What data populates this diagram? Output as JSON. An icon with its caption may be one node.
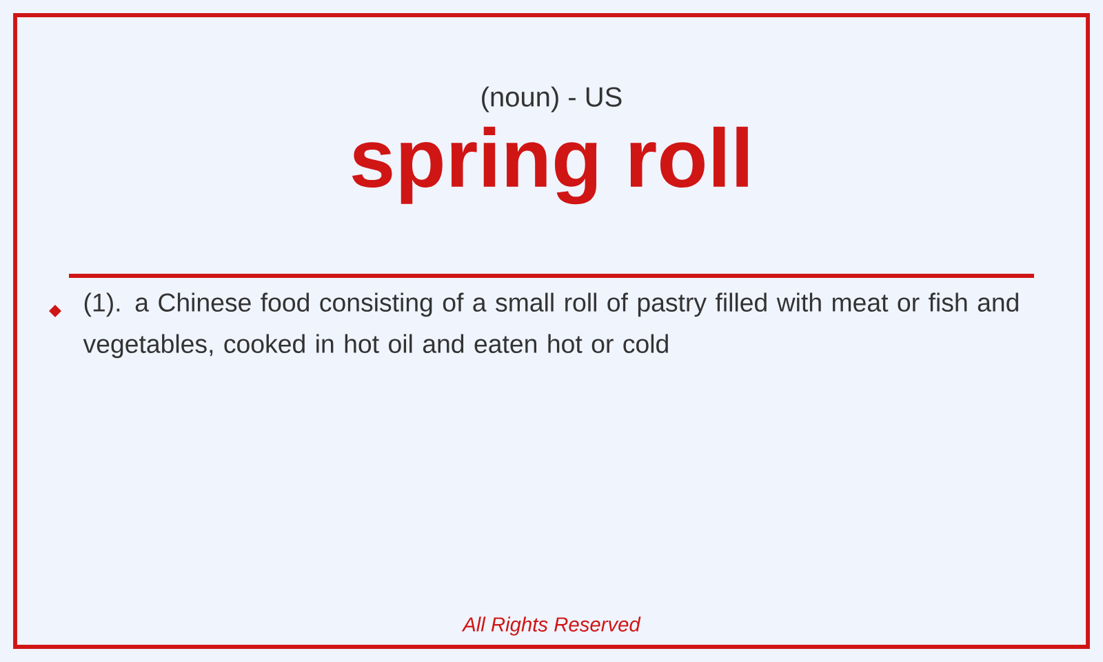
{
  "diagram": {
    "title": "spring roll",
    "labels": [
      "(noun) - US",
      "(1). a Chinese food consisting of a small roll of pastry filled with meat or fish and vegetables, cooked in hot oil and eaten hot or cold",
      "All Rights Reserved"
    ]
  }
}
